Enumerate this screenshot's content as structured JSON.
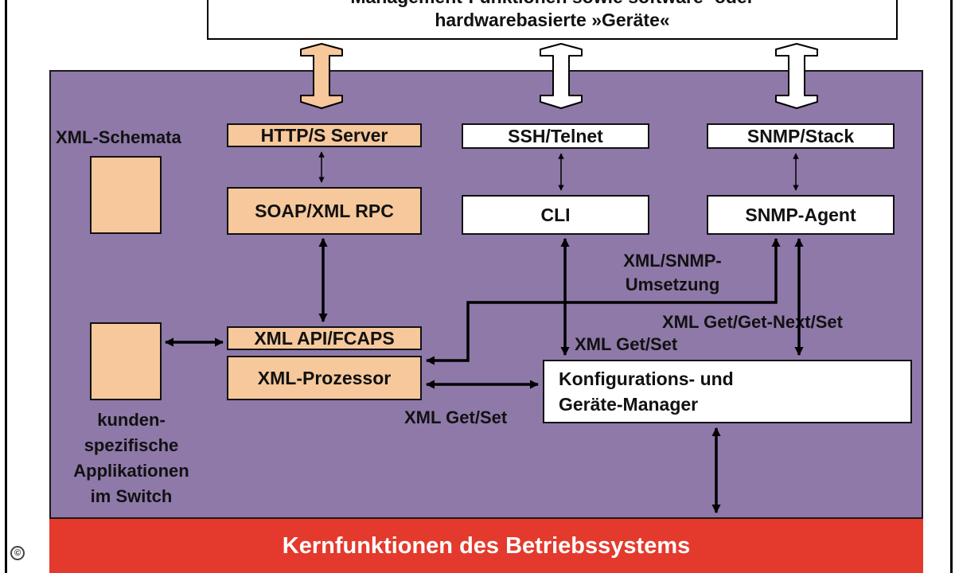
{
  "top_box": {
    "line1": "Management-Funktionen sowie software- oder",
    "line2": "hardwarebasierte »Geräte«"
  },
  "schemas_label": "XML-Schemata",
  "boxes": {
    "http": "HTTP/S Server",
    "ssh": "SSH/Telnet",
    "snmp_stack": "SNMP/Stack",
    "soap": "SOAP/XML RPC",
    "cli": "CLI",
    "snmp_agent": "SNMP-Agent",
    "xml_api": "XML API/FCAPS",
    "xml_proc": "XML-Prozessor"
  },
  "manager": {
    "line1": "Konfigurations- und",
    "line2": "Geräte-Manager"
  },
  "labels": {
    "xml_snmp_1": "XML/SNMP-",
    "xml_snmp_2": "Umsetzung",
    "get_next": "XML Get/Get-Next/Set",
    "get_set_cli": "XML Get/Set",
    "get_set_proc": "XML Get/Set"
  },
  "custom_apps": [
    "kunden-",
    "spezifische",
    "Applikationen",
    "im Switch"
  ],
  "kernel": "Kernfunktionen des Betriebssystems",
  "copyright": "©",
  "colors": {
    "panel": "#8e79a9",
    "peach": "#f6c89b",
    "kernel_red": "#e33a2d",
    "white": "#ffffff"
  }
}
